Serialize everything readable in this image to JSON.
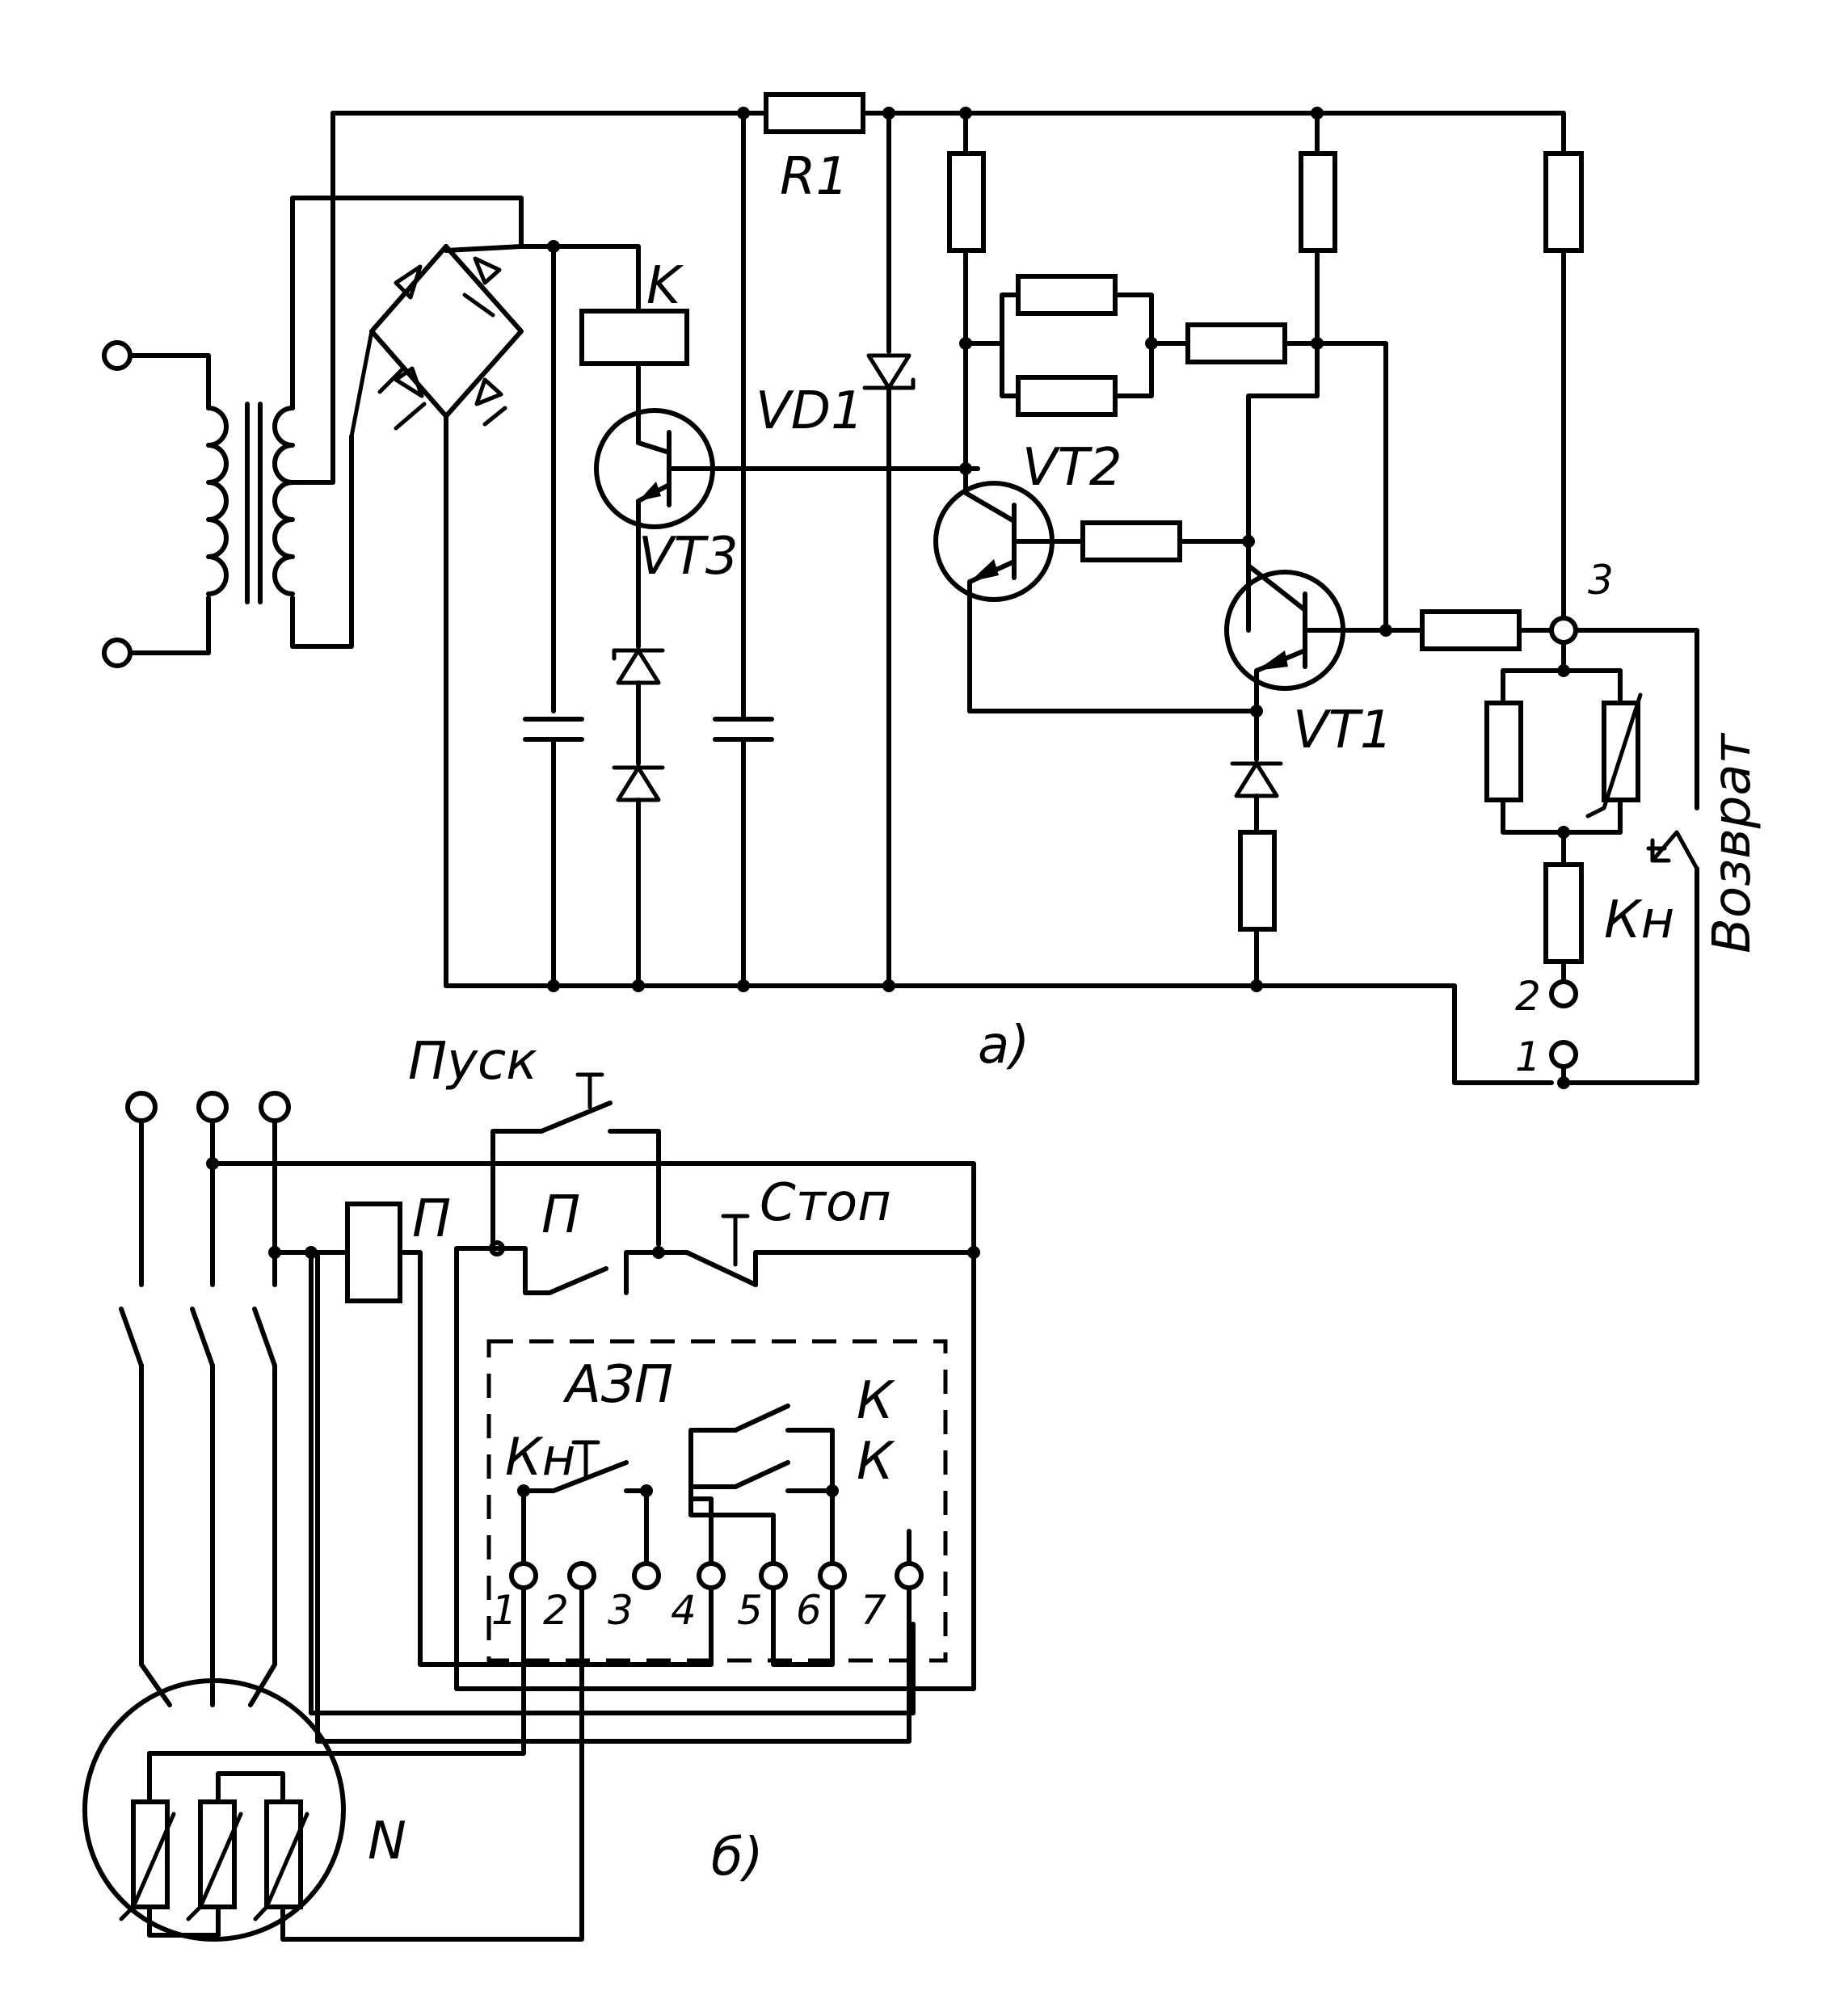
{
  "diagram_a": {
    "R1": "R1",
    "K": "K",
    "VD1": "VD1",
    "VT3": "VT3",
    "VT2": "VT2",
    "VT1": "VT1",
    "term3": "3",
    "term2": "2",
    "term1": "1",
    "Kn": "Кн",
    "reset": "Возврат",
    "caption": "а)"
  },
  "diagram_b": {
    "start": "Пуск",
    "stop": "Стоп",
    "P1": "П",
    "P2": "П",
    "AZP": "АЗП",
    "K1": "К",
    "K2": "К",
    "Kn": "Кн",
    "N": "N",
    "t1": "1",
    "t2": "2",
    "t3": "3",
    "t4": "4",
    "t5": "5",
    "t6": "6",
    "t7": "7",
    "caption": "б)"
  }
}
